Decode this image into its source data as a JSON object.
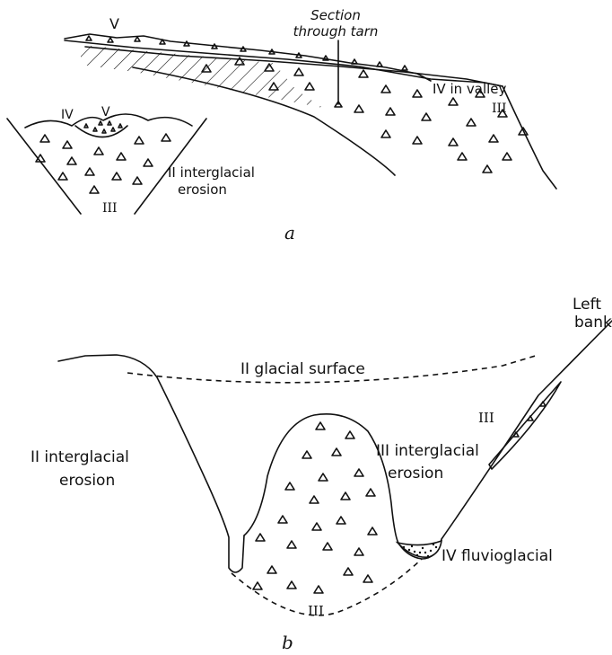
{
  "figure_a": {
    "panel_label": "a",
    "labels": {
      "v_top": "V",
      "section": [
        "Section",
        "through tarn"
      ],
      "iv_valley": "IV in valley",
      "iii_right": "III",
      "inset_iv": "IV",
      "inset_v": "V",
      "inset_erosion": [
        "II interglacial",
        "erosion"
      ],
      "inset_iii": "III"
    }
  },
  "figure_b": {
    "panel_label": "b",
    "labels": {
      "left_bank": [
        "Left",
        "bank"
      ],
      "glacial_surface": "II glacial surface",
      "left_erosion": [
        "II interglacial",
        "erosion"
      ],
      "center_erosion": [
        "III interglacial",
        "erosion"
      ],
      "iii_bank": "III",
      "fluvioglacial": "IV fluvioglacial",
      "iii_bottom": "III"
    }
  }
}
